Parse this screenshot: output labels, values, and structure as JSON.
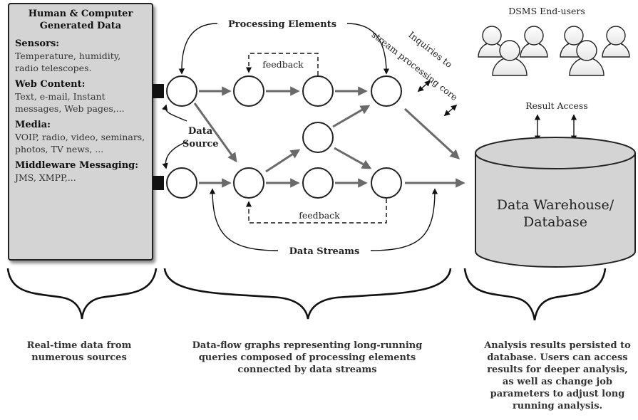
{
  "source_panel": {
    "title": "Human & Computer Generated Data",
    "sections": [
      {
        "heading": "Sensors:",
        "text": "Temperature, humidity, radio telescopes."
      },
      {
        "heading": "Web Content:",
        "text": "Text, e-mail, Instant messages, Web pages,..."
      },
      {
        "heading": "Media:",
        "text": "VOIP, radio, video, seminars, photos, TV news, ..."
      },
      {
        "heading": "Middleware Messaging:",
        "text": "JMS, XMPP,..."
      }
    ]
  },
  "labels": {
    "processing_elements": "Processing Elements",
    "feedback": "feedback",
    "data_source_line1": "Data",
    "data_source_line2": "Source",
    "data_streams": "Data Streams",
    "inquiries_line1": "Inquiries to",
    "inquiries_line2": "stream processing core",
    "end_users": "DSMS End-users",
    "result_access": "Result Access",
    "warehouse_line1": "Data Warehouse/",
    "warehouse_line2": "Database"
  },
  "captions": {
    "left_lines": [
      "Real-time data from",
      "numerous sources"
    ],
    "middle_lines": [
      "Data-flow graphs representing long-running",
      "queries composed of processing elements",
      "connected by data streams"
    ],
    "right_lines": [
      "Analysis results persisted to",
      "database. Users can access",
      "results for deeper analysis,",
      "as well as change job",
      "parameters to adjust long",
      "running analysis."
    ]
  }
}
